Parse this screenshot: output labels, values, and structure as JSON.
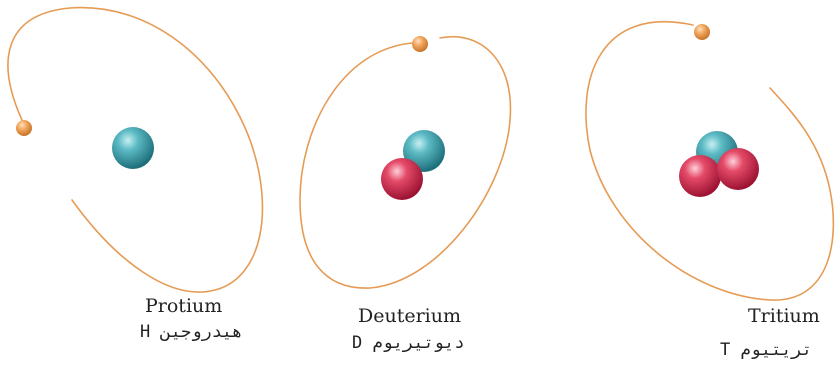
{
  "isotopes": [
    {
      "name": "Protium",
      "arabic_label": "هيدروجين H",
      "protons": 1,
      "neutrons": 0,
      "electrons": 1
    },
    {
      "name": "Deuterium",
      "arabic_label": "ديوتيريوم D",
      "protons": 1,
      "neutrons": 1,
      "electrons": 1
    },
    {
      "name": "Tritium",
      "arabic_label": "تريتيوم T",
      "protons": 1,
      "neutrons": 2,
      "electrons": 1
    }
  ],
  "colors": {
    "orbit": "#e69b55",
    "electron": "#f0a35a",
    "proton": "#3aa0ac",
    "neutron": "#d22f52"
  }
}
